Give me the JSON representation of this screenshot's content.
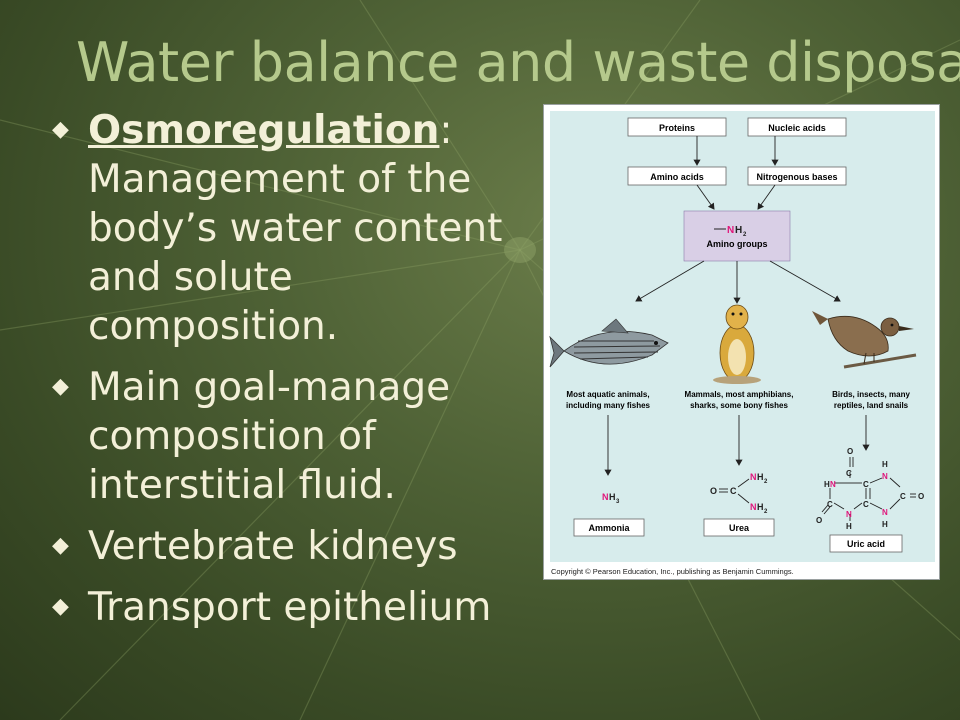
{
  "slide": {
    "title": "Water balance and waste disposal",
    "bullets": [
      {
        "term": "Osmoregulation",
        "sep": ":",
        "text": " Management of the body’s water content and solute composition."
      },
      {
        "term": "",
        "sep": "",
        "text": "Main goal-manage composition of interstitial fluid."
      },
      {
        "term": "",
        "sep": "",
        "text": "Vertebrate kidneys"
      },
      {
        "term": "",
        "sep": "",
        "text": "Transport epithelium"
      }
    ],
    "bullet_icon": "diamond-bullet-icon"
  },
  "figure": {
    "boxes": {
      "proteins": "Proteins",
      "nucleic_acids": "Nucleic acids",
      "amino_acids": "Amino acids",
      "nitrogenous_bases": "Nitrogenous bases",
      "amino_group_formula_n": "N",
      "amino_group_formula_h": "H",
      "amino_group_formula_sub": "2",
      "amino_groups": "Amino groups"
    },
    "groups": {
      "aquatic_line1": "Most aquatic animals,",
      "aquatic_line2": "including many fishes",
      "mammals_line1": "Mammals, most amphibians,",
      "mammals_line2": "sharks, some bony fishes",
      "birds_line1": "Birds, insects, many",
      "birds_line2": "reptiles, land snails"
    },
    "products": {
      "ammonia": "Ammonia",
      "urea": "Urea",
      "uric_acid": "Uric acid"
    },
    "chem": {
      "ammonia_n": "N",
      "ammonia_h": "H",
      "ammonia_sub": "3",
      "urea_o": "O",
      "urea_c": "C",
      "urea_n": "N",
      "urea_h": "H",
      "urea_sub": "2",
      "uric_o": "O",
      "uric_c": "C",
      "uric_n": "N",
      "uric_h": "H"
    },
    "caption": "Copyright © Pearson Education, Inc., publishing as Benjamin Cummings.",
    "colors": {
      "panel": "#d7ecec",
      "box": "#ffffff",
      "amino_box": "#d9cfe6",
      "nitrogen": "#e0157a"
    }
  }
}
